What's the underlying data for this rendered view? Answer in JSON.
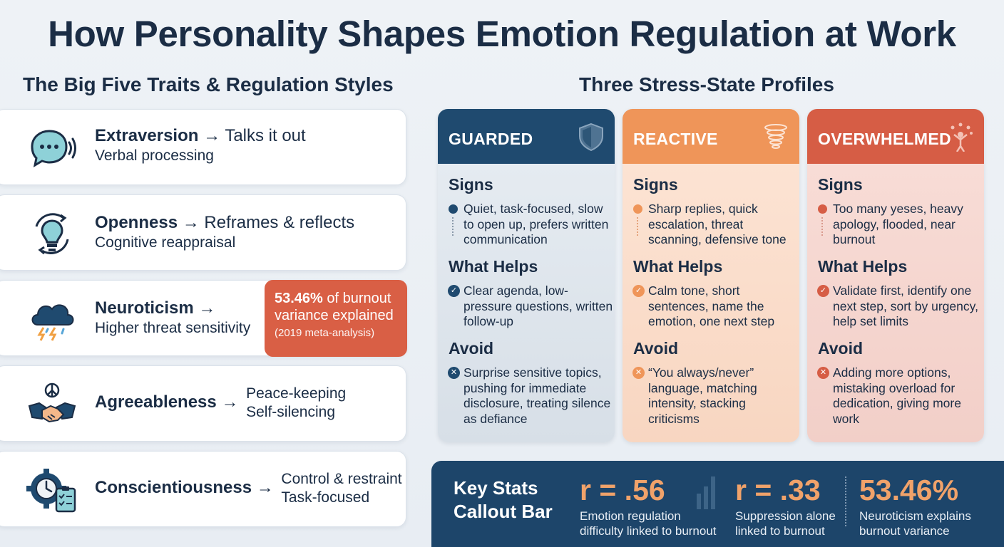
{
  "title": "How Personality Shapes Emotion Regulation at Work",
  "left_section": {
    "title": "The Big Five Traits & Regulation Styles",
    "traits": [
      {
        "name": "Extraversion",
        "arrow": "→",
        "style": "Talks it out",
        "sub": "Verbal processing",
        "icon": "speech-bubble-icon"
      },
      {
        "name": "Openness",
        "arrow": "→",
        "style": "Reframes & reflects",
        "sub": "Cognitive reappraisal",
        "icon": "lightbulb-icon"
      },
      {
        "name": "Neuroticism",
        "arrow": "→",
        "style": "",
        "sub": "Higher threat sensitivity",
        "icon": "storm-cloud-icon"
      },
      {
        "name": "Agreeableness",
        "arrow": "→",
        "style": "Peace-keeping",
        "sub": "Self-silencing",
        "icon": "handshake-icon"
      },
      {
        "name": "Conscientiousness",
        "arrow": "→",
        "style": "Control & restraint",
        "sub": "Task-focused",
        "icon": "gear-clock-clipboard-icon"
      }
    ],
    "callout": {
      "percent": "53.46%",
      "line1_rest": " of burnout",
      "line2": "variance explained",
      "line3": "(2019 meta-analysis)"
    }
  },
  "right_section": {
    "title": "Three Stress-State Profiles",
    "profiles": [
      {
        "name": "GUARDED",
        "icon": "shield-icon",
        "color": "#1f4a6f",
        "signs_label": "Signs",
        "signs": "Quiet, task-focused, slow to open up, prefers written communication",
        "helps_label": "What Helps",
        "helps": "Clear agenda, low-pressure questions, written follow-up",
        "avoid_label": "Avoid",
        "avoid": "Surprise sensitive topics, pushing for immediate disclosure, treating silence as defiance"
      },
      {
        "name": "REACTIVE",
        "icon": "spiral-icon",
        "color": "#ef9559",
        "signs_label": "Signs",
        "signs": "Sharp replies, quick escalation, threat scanning, defensive tone",
        "helps_label": "What Helps",
        "helps": "Calm tone, short sentences, name the emotion, one next step",
        "avoid_label": "Avoid",
        "avoid": "“You always/never” language, matching intensity, stacking criticisms"
      },
      {
        "name": "OVERWHELMED",
        "icon": "juggling-person-icon",
        "color": "#d65d45",
        "signs_label": "Signs",
        "signs": "Too many yeses, heavy apology, flooded, near burnout",
        "helps_label": "What Helps",
        "helps": "Validate first, identify one next step, sort by urgency, help set limits",
        "avoid_label": "Avoid",
        "avoid": "Adding more options, mistaking overload for dedication, giving more work"
      }
    ]
  },
  "stats_bar": {
    "title_line1": "Key Stats",
    "title_line2": "Callout Bar",
    "stats": [
      {
        "value": "r = .56",
        "desc_line1": "Emotion regulation",
        "desc_line2": "difficulty linked to burnout"
      },
      {
        "value": "r = .33",
        "desc_line1": "Suppression alone",
        "desc_line2": "linked to burnout"
      },
      {
        "value": "53.46%",
        "desc_line1": "Neuroticism explains",
        "desc_line2": "burnout variance"
      }
    ]
  }
}
